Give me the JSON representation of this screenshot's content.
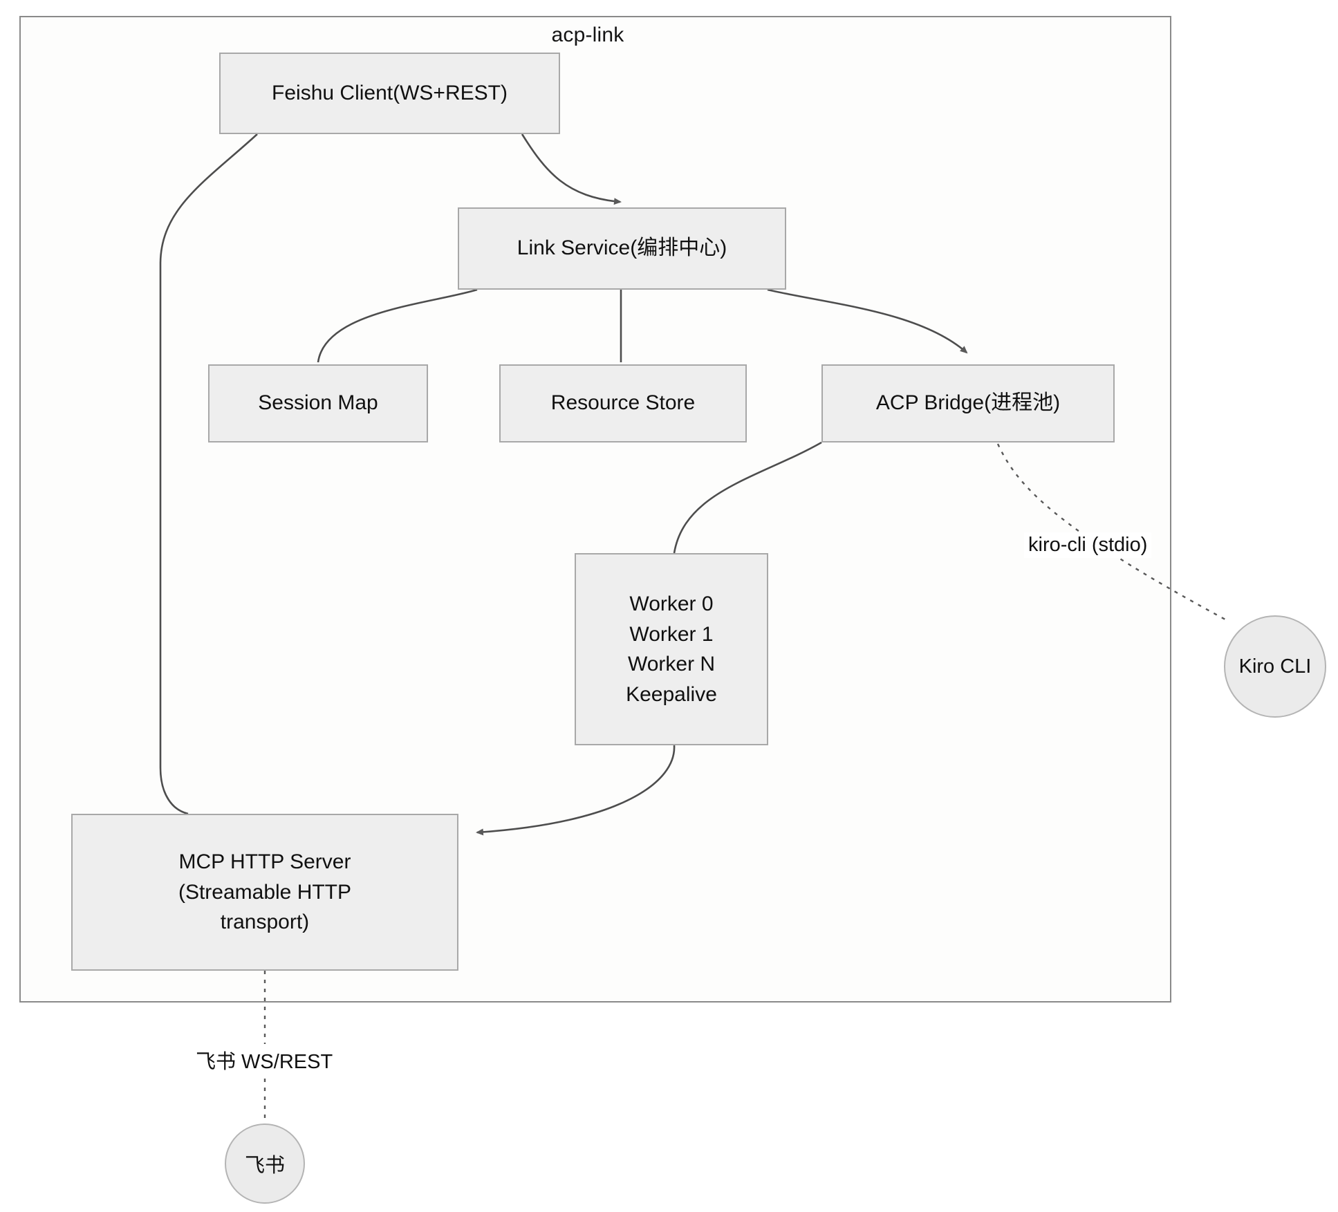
{
  "diagram": {
    "type": "flowchart",
    "container": {
      "title": "acp-link"
    },
    "nodes": [
      {
        "id": "feishu-client",
        "label": "Feishu Client(WS+REST)",
        "shape": "rect"
      },
      {
        "id": "link-service",
        "label": "Link Service(编排中心)",
        "shape": "rect"
      },
      {
        "id": "session-map",
        "label": "Session Map",
        "shape": "rect"
      },
      {
        "id": "resource-store",
        "label": "Resource Store",
        "shape": "rect"
      },
      {
        "id": "acp-bridge",
        "label": "ACP Bridge(进程池)",
        "shape": "rect"
      },
      {
        "id": "worker-pool",
        "shape": "rect",
        "lines": [
          "Worker 0",
          "Worker 1",
          "Worker N",
          "Keepalive"
        ]
      },
      {
        "id": "mcp-http-server",
        "shape": "rect",
        "lines": [
          "MCP HTTP Server",
          "(Streamable HTTP",
          "transport)"
        ]
      },
      {
        "id": "kiro-cli",
        "label": "Kiro CLI",
        "shape": "circle"
      },
      {
        "id": "feishu-external",
        "label": "飞书",
        "shape": "circle"
      }
    ],
    "edges": [
      {
        "from": "feishu-client",
        "to": "link-service",
        "style": "solid",
        "arrow": true,
        "label": ""
      },
      {
        "from": "feishu-client",
        "to": "mcp-http-server",
        "style": "solid",
        "arrow": false,
        "label": ""
      },
      {
        "from": "link-service",
        "to": "session-map",
        "style": "solid",
        "arrow": false,
        "label": ""
      },
      {
        "from": "link-service",
        "to": "resource-store",
        "style": "solid",
        "arrow": false,
        "label": ""
      },
      {
        "from": "link-service",
        "to": "acp-bridge",
        "style": "solid",
        "arrow": true,
        "label": ""
      },
      {
        "from": "acp-bridge",
        "to": "worker-pool",
        "style": "solid",
        "arrow": false,
        "label": ""
      },
      {
        "from": "acp-bridge",
        "to": "kiro-cli",
        "style": "dashed",
        "arrow": false,
        "label": "kiro-cli (stdio)"
      },
      {
        "from": "worker-pool",
        "to": "mcp-http-server",
        "style": "solid",
        "arrow": true,
        "label": ""
      },
      {
        "from": "mcp-http-server",
        "to": "feishu-external",
        "style": "dashed",
        "arrow": false,
        "label": "飞书 WS/REST"
      }
    ],
    "edge_labels": {
      "kiro_stdio": "kiro-cli (stdio)",
      "feishu_ws_rest": "飞书 WS/REST"
    },
    "colors": {
      "node_fill": "#eeeeee",
      "node_stroke": "#a8a8a8",
      "container_fill": "#fdfdfc",
      "container_stroke": "#8a8a8a",
      "edge_stroke": "#4d4d4d",
      "text": "#101010"
    }
  }
}
